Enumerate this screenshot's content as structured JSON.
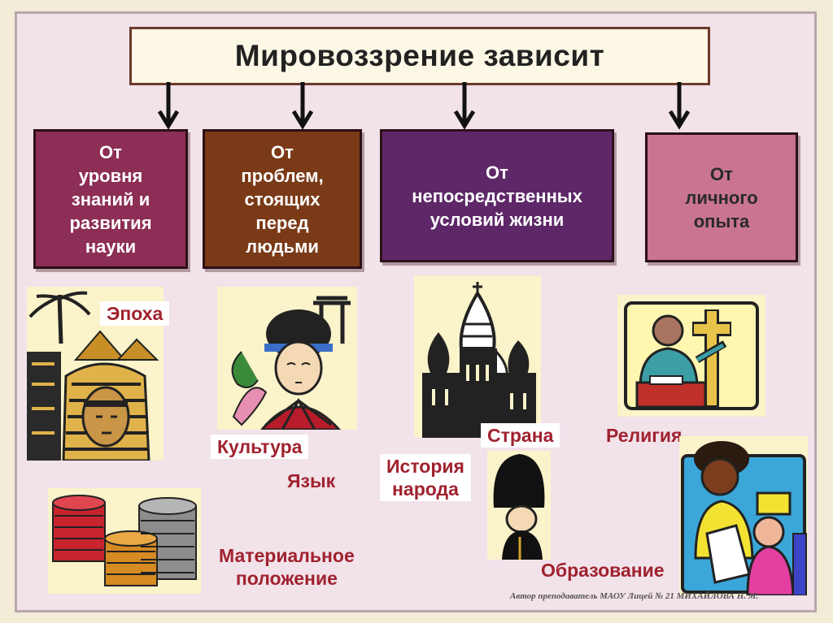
{
  "title": "Мировоззрение зависит",
  "categories": [
    {
      "text": "От\nуровня\nзнаний и\nразвития\nнауки",
      "color": "#8c2e55"
    },
    {
      "text": "От\nпроблем,\nстоящих\nперед\nлюдьми",
      "color": "#7a3a17"
    },
    {
      "text": "От\nнепосредственных\nусловий жизни",
      "color": "#5e2868"
    },
    {
      "text": "От\nличного\nопыта",
      "color": "#c9758f"
    }
  ],
  "labels": {
    "epoch": "Эпоха",
    "culture": "Культура",
    "language": "Язык",
    "history": "История\nнарода",
    "country": "Страна",
    "religion": "Религия",
    "material": "Материальное\nположение",
    "education": "Образование"
  },
  "credit": "Автор преподаватель МАОУ Лицей № 21 МИХАЙЛОВА Н. М.",
  "icons": [
    "pharaoh-icon",
    "geisha-icon",
    "kremlin-icon",
    "priest-cross-icon",
    "coins-icon",
    "guard-icon",
    "teacher-student-icon"
  ]
}
